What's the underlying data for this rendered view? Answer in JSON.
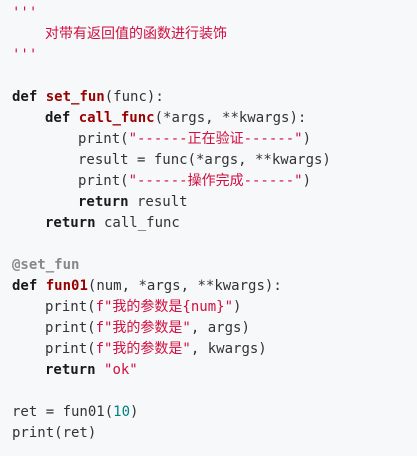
{
  "code": {
    "l1": "'''",
    "l2": "对带有返回值的函数进行装饰",
    "l3": "'''",
    "l5": {
      "kw": "def",
      "name": "set_fun",
      "rest": "(func):"
    },
    "l6": {
      "kw": "def",
      "name": "call_func",
      "rest": "(*args, **kwargs):"
    },
    "l7": {
      "pre": "print(",
      "str": "\"------正在验证------\"",
      "post": ")"
    },
    "l8": {
      "text": "result = func(*args, **kwargs)"
    },
    "l9": {
      "pre": "print(",
      "str": "\"------操作完成------\"",
      "post": ")"
    },
    "l10": {
      "kw": "return",
      "rest": " result"
    },
    "l11": {
      "kw": "return",
      "rest": " call_func"
    },
    "l13": {
      "deco": "@set_fun"
    },
    "l14": {
      "kw": "def",
      "name": "fun01",
      "rest": "(num, *args, **kwargs):"
    },
    "l15": {
      "pre": "print(",
      "str": "f\"我的参数是{num}\"",
      "post": ")"
    },
    "l16": {
      "pre": "print(",
      "str": "f\"我的参数是\"",
      "post": ", args)"
    },
    "l17": {
      "pre": "print(",
      "str": "f\"我的参数是\"",
      "post": ", kwargs)"
    },
    "l18": {
      "kw": "return",
      "str": "\"ok\""
    },
    "l20": {
      "pre": "ret = fun01(",
      "num": "10",
      "post": ")"
    },
    "l21": {
      "text": "print(ret)"
    }
  }
}
